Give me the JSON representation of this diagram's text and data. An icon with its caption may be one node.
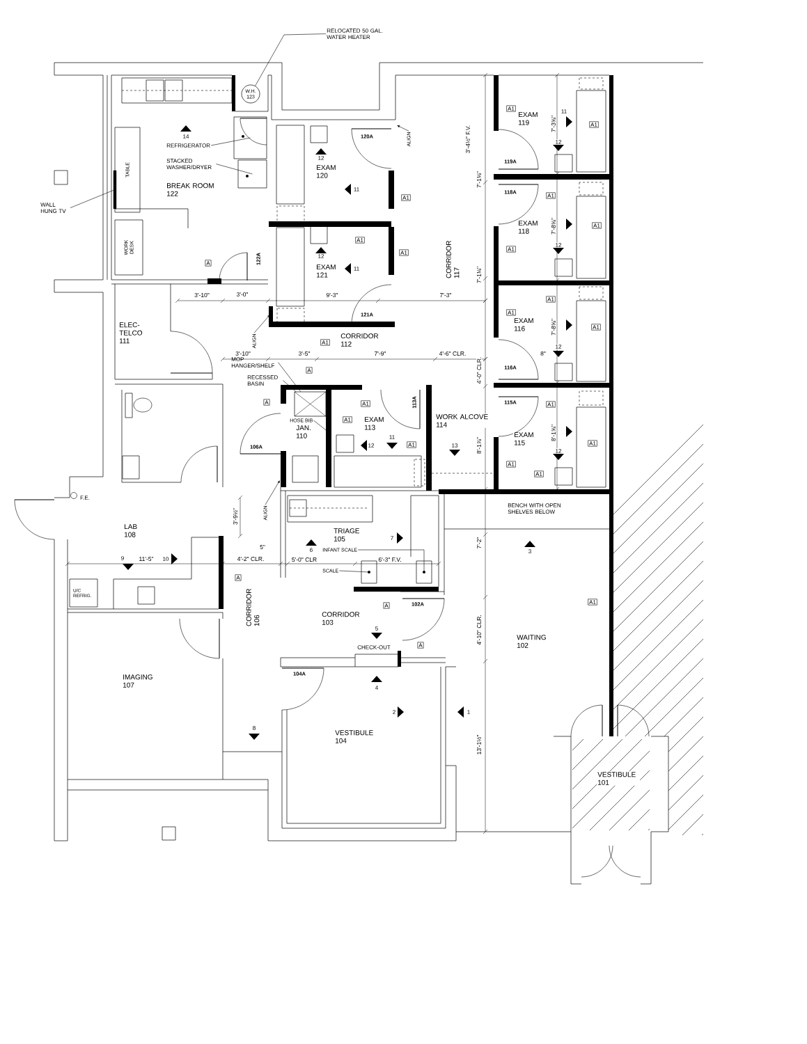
{
  "diagram": {
    "nodes": [
      {
        "text": [
          "RELOCATED 50 GAL. WATER HEATER"
        ]
      },
      {
        "text": [
          "W.H. 123"
        ]
      },
      {
        "text": [
          "REFRIGERATOR"
        ]
      },
      {
        "text": [],
        "shape": "box"
      },
      {
        "text": [
          "STACKED WASHER/DRYER"
        ]
      },
      {
        "text": [],
        "shape": "box"
      },
      {
        "text": [
          "WALL HUNG TV"
        ]
      },
      {
        "text": [],
        "shape": "bar"
      },
      {
        "text": [
          "MOP HANGER/SHELF"
        ]
      },
      {
        "text": [
          "RECESSED BASIN"
        ]
      },
      {
        "text": [],
        "shape": "box"
      },
      {
        "text": [
          "HOSE BIB"
        ]
      },
      {
        "text": [
          "INFANT SCALE"
        ]
      },
      {
        "text": [],
        "shape": "box"
      },
      {
        "text": [
          "SCALE"
        ]
      },
      {
        "text": [],
        "shape": "box"
      },
      {
        "text": [
          "ALIGN"
        ]
      },
      {
        "text": [
          "ALIGN"
        ]
      },
      {
        "text": [
          "ALIGN"
        ]
      },
      {
        "text": [
          "TABLE"
        ]
      },
      {
        "text": [
          "WORK DESK"
        ]
      },
      {
        "text": [
          "U/C REFRIG."
        ]
      },
      {
        "text": [
          "A1"
        ]
      },
      {
        "text": [
          "A1"
        ]
      },
      {
        "text": [
          "A1"
        ]
      },
      {
        "text": [
          "A1"
        ]
      },
      {
        "text": [
          "A1"
        ]
      },
      {
        "text": [
          "A1"
        ]
      },
      {
        "text": [
          "A1"
        ]
      },
      {
        "text": [
          "A1"
        ]
      },
      {
        "text": [
          "A"
        ]
      },
      {
        "text": [
          "A1"
        ]
      },
      {
        "text": [
          "A1"
        ]
      },
      {
        "text": [
          "A1"
        ]
      },
      {
        "text": [
          "A1"
        ]
      },
      {
        "text": [
          "A"
        ]
      },
      {
        "text": [
          "A"
        ]
      },
      {
        "text": [
          "A1"
        ]
      },
      {
        "text": [
          "A1"
        ]
      },
      {
        "text": [
          "A1"
        ]
      },
      {
        "text": [
          "A1"
        ]
      },
      {
        "text": [
          "A1"
        ]
      },
      {
        "text": [
          "A1"
        ]
      },
      {
        "text": [
          "A1"
        ]
      },
      {
        "text": [
          "A"
        ]
      },
      {
        "text": [
          "A1"
        ]
      },
      {
        "text": [
          "A"
        ]
      },
      {
        "text": [
          "A"
        ]
      }
    ],
    "edges": [
      {
        "from": 0,
        "to": 1,
        "arrow": "none"
      },
      {
        "from": 2,
        "to": 3,
        "arrow": "none"
      },
      {
        "from": 4,
        "to": 5,
        "arrow": "none"
      },
      {
        "from": 6,
        "to": 7,
        "arrow": "none"
      },
      {
        "from": 8,
        "to": 10,
        "arrow": "none"
      },
      {
        "from": 9,
        "to": 10,
        "arrow": "none"
      },
      {
        "from": 11,
        "to": null,
        "arrow": "none"
      },
      {
        "from": 12,
        "to": 13,
        "arrow": "none"
      },
      {
        "from": 14,
        "to": 15,
        "arrow": "none"
      },
      {
        "from": 16,
        "to": null,
        "arrow": "to"
      },
      {
        "from": 17,
        "to": null,
        "arrow": "to"
      },
      {
        "from": 18,
        "to": null,
        "arrow": "to"
      }
    ],
    "labels": [
      "14",
      "BREAK ROOM 122",
      "12",
      "120A",
      "EXAM 120",
      "11",
      "EXAM 119",
      "7'-3⅝\"",
      "11",
      "12",
      "3'-4½\" F.V.",
      "119A",
      "7'-1⅛\"",
      "118A",
      "EXAM 118",
      "7'-8⅝\"",
      "12",
      "CORRIDOR 117",
      "12",
      "EXAM 121",
      "11",
      "122A",
      "7'-1⅛\"",
      "3'-10\"",
      "3'-0\"",
      "9'-3\"",
      "7'-3\"",
      "ELEC-TELCO 111",
      "121A",
      "EXAM 116",
      "7'-8⅝\"",
      "CORRIDOR 112",
      "3'-10\"",
      "3'-5\"",
      "7'-9\"",
      "4'-6\" CLR.",
      "4'-0\" CLR.",
      "8\"",
      "12",
      "116A",
      "113A",
      "115A",
      "EXAM 113",
      "WORK ALCOVE 114",
      "JAN. 110",
      "8'-1⅞\"",
      "EXAM 115",
      "8'-1⅝\"",
      "12",
      "11",
      "13",
      "12",
      "106A",
      "F.E.",
      "3'-9½\"",
      "LAB 108",
      "TRIAGE 105",
      "6",
      "7",
      "5\"",
      "7'-2\"",
      "3",
      "9",
      "11'-5\"",
      "10",
      "4'-2\" CLR.",
      "5'-0\" CLR",
      "6'-3\" F.V.",
      "102A",
      "CORRIDOR 103",
      "5",
      "CHECK-OUT",
      "4'-10\" CLR.",
      "WAITING 102",
      "104A",
      "4",
      "IMAGING 107",
      "2",
      "1",
      "8",
      "VESTIBULE 104",
      "13'-1½\"",
      "VESTIBULE 101",
      "CORRIDOR 106",
      "BENCH WITH OPEN SHELVES BELOW"
    ]
  }
}
